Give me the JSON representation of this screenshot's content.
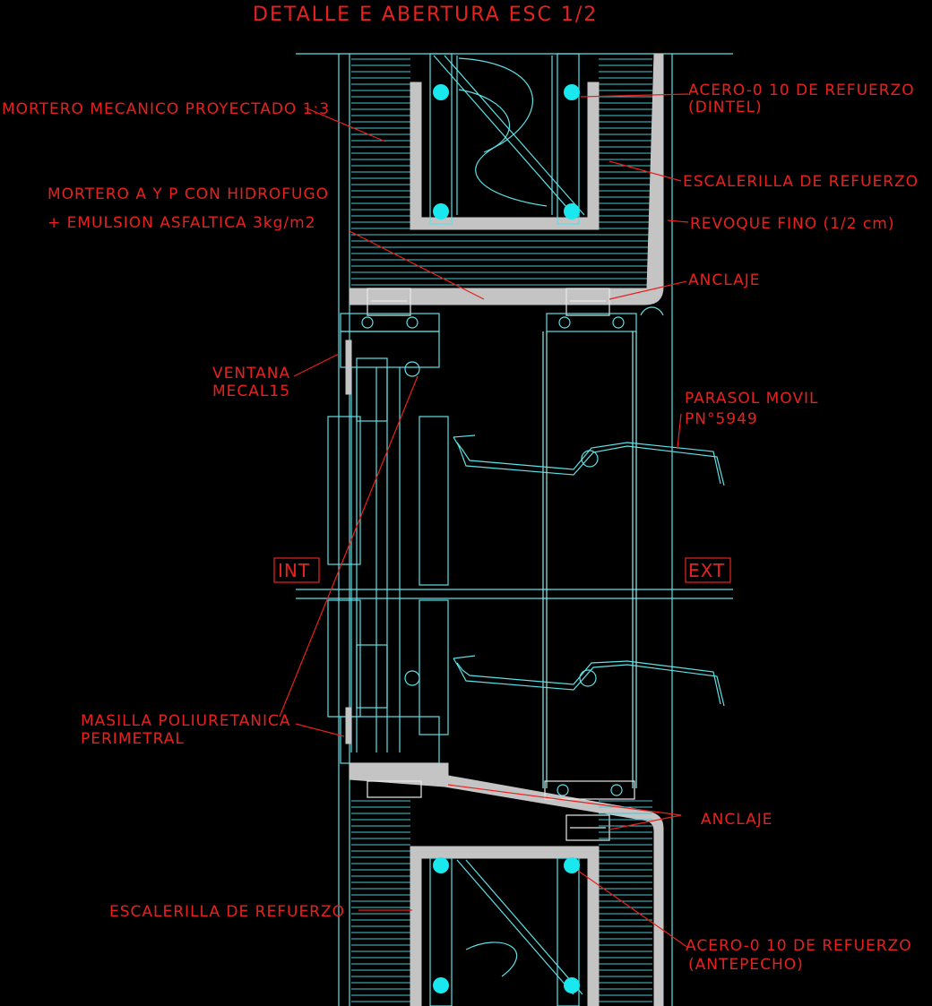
{
  "title": "DETALLE E ABERTURA ESC 1/2",
  "labels": {
    "mortero_mecanico": "MORTERO MECANICO PROYECTADO 1:3",
    "mortero_ayp_1": "MORTERO A Y P CON HIDROFUGO",
    "mortero_ayp_2": "+ EMULSION ASFALTICA 3kg/m2",
    "acero_dintel_1": "ACERO-0 10 DE REFUERZO",
    "acero_dintel_2": "(DINTEL)",
    "escalerilla_top": "ESCALERILLA DE REFUERZO",
    "revoque_fino": "REVOQUE FINO (1/2 cm)",
    "anclaje_top": "ANCLAJE",
    "ventana_1": "VENTANA",
    "ventana_2": "MECAL15",
    "parasol_1": "PARASOL MOVIL",
    "parasol_2": "PN°5949",
    "int": "INT",
    "ext": "EXT",
    "masilla_1": "MASILLA POLIURETANICA",
    "masilla_2": "PERIMETRAL",
    "anclaje_bottom": "ANCLAJE",
    "escalerilla_bottom": "ESCALERILLA DE REFUERZO",
    "acero_antepecho_1": "ACERO-0 10 DE REFUERZO",
    "acero_antepecho_2": "(ANTEPECHO)"
  },
  "colors": {
    "background": "#000000",
    "text": "#e8211e",
    "linework": "#5fe0e6",
    "rebar": "#19e8ef",
    "mortar_fill": "#c4c4c4"
  }
}
